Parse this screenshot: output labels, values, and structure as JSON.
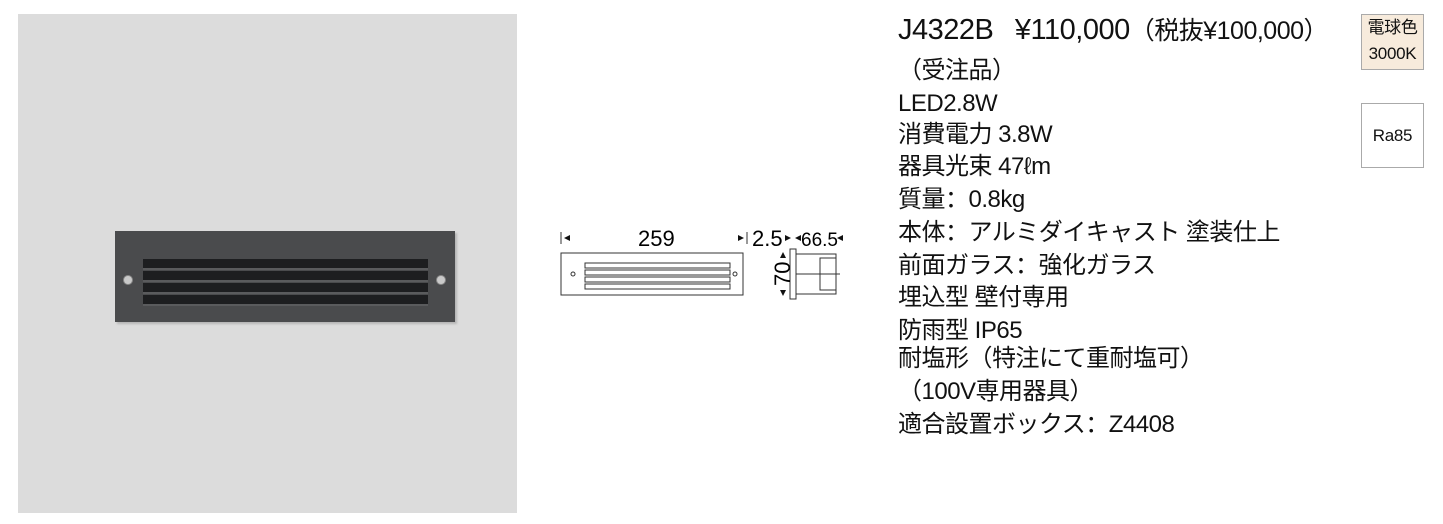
{
  "product": {
    "model": "J4322B",
    "price": "¥110,000",
    "tax_excluded": "（税抜¥100,000）"
  },
  "specs": [
    "（受注品）",
    "LED2.8W",
    "消費電力 3.8W",
    "器具光束 47ℓm",
    "質量：0.8kg",
    "本体：アルミダイキャスト  塗装仕上",
    "前面ガラス：強化ガラス",
    "埋込型 壁付専用",
    "防雨型 IP65",
    "耐塩形（特注にて重耐塩可）",
    "（100V専用器具）",
    "適合設置ボックス：Z4408"
  ],
  "badges": {
    "color_name": "電球色",
    "color_temp": "3000K",
    "ra": "Ra85",
    "color_bg": "#f7ebdc"
  },
  "dimensions": {
    "width": "259",
    "offset": "2.5",
    "depth": "66.5",
    "height": "70"
  }
}
